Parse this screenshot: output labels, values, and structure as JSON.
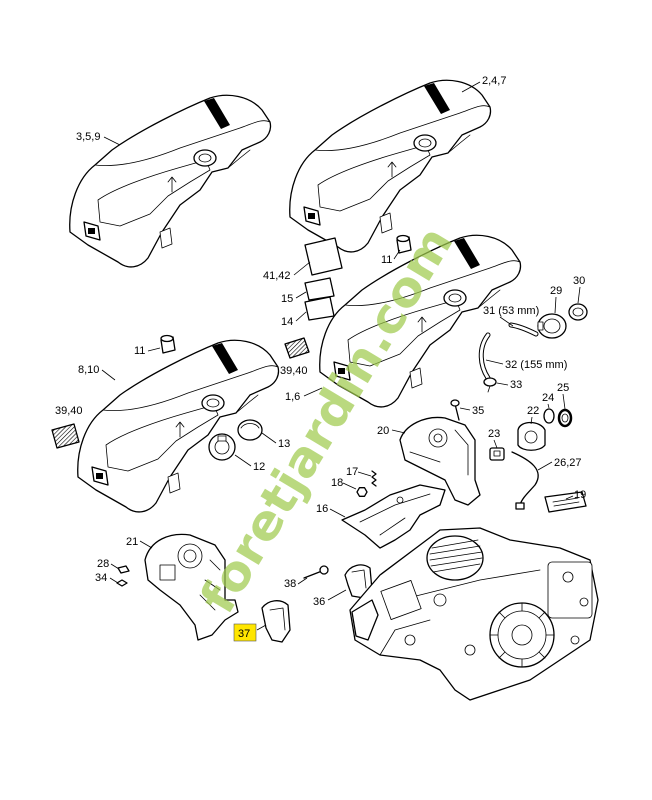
{
  "labels": {
    "p3_5_9": "3,5,9",
    "p2_4_7": "2,4,7",
    "p41_42": "41,42",
    "p15": "15",
    "p14": "14",
    "p11_top": "11",
    "p11_left": "11",
    "p8_10": "8,10",
    "p39_40_mid": "39,40",
    "p1_6": "1,6",
    "p39_40_left": "39,40",
    "p31": "31 (53 mm)",
    "p29": "29",
    "p30": "30",
    "p32": "32 (155 mm)",
    "p33": "33",
    "p35": "35",
    "p24": "24",
    "p25": "25",
    "p20": "20",
    "p13": "13",
    "p23": "23",
    "p22": "22",
    "p12": "12",
    "p17": "17",
    "p18": "18",
    "p26_27": "26,27",
    "p19": "19",
    "p16": "16",
    "p21": "21",
    "p28": "28",
    "p34": "34",
    "p38": "38",
    "p36": "36",
    "p37": "37"
  },
  "watermark": {
    "text": "foretjardin.com"
  },
  "colors": {
    "line": "#000000",
    "highlight": "#ffe600",
    "watermark": "#9fca4e"
  }
}
